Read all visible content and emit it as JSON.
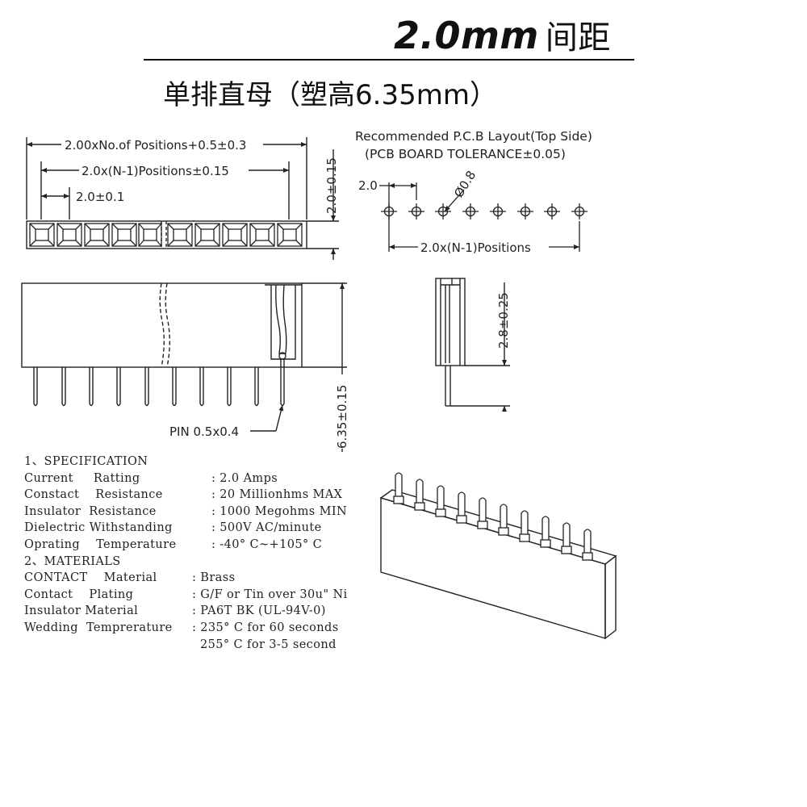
{
  "header": {
    "title": "2.0mm",
    "title_cn": "间距",
    "subtitle": "单排直母（塑高6.35mm）"
  },
  "drawing": {
    "dim_overall": "2.00xNo.of Positions+0.5±0.3",
    "dim_span": "2.0x(N-1)Positions±0.15",
    "dim_pitch": "2.0±0.1",
    "dim_width": "2.0±0.15",
    "pcb_title": "Recommended P.C.B Layout(Top Side)",
    "pcb_tolerance": "(PCB BOARD TOLERANCE±0.05)",
    "pcb_pitch": "2.0",
    "pcb_hole": "Ø0.8",
    "pcb_span": "2.0x(N-1)Positions",
    "pin_label": "PIN 0.5x0.4",
    "dim_height": "6.35±0.15",
    "dim_tail": "2.8±0.25"
  },
  "spec": {
    "heading1": "1、SPECIFICATION",
    "rows1": [
      {
        "label": "Current     Ratting",
        "value": ": 2.0 Amps"
      },
      {
        "label": "Constact    Resistance",
        "value": ": 20 Millionhms MAX"
      },
      {
        "label": "Insulator  Resistance",
        "value": ": 1000 Megohms MIN"
      },
      {
        "label": "Dielectric Withstanding",
        "value": ": 500V AC/minute"
      },
      {
        "label": "Oprating    Temperature",
        "value": ": -40° C~+105° C"
      }
    ],
    "heading2": "2、MATERIALS",
    "rows2": [
      {
        "label": "CONTACT    Material",
        "value": ": Brass"
      },
      {
        "label": "Contact    Plating",
        "value": ": G/F or Tin over 30u\" Ni"
      },
      {
        "label": "Insulator Material",
        "value": ": PA6T BK (UL-94V-0)"
      },
      {
        "label": "Wedding  Temprerature",
        "value": ": 235° C for 60 seconds"
      },
      {
        "label": "",
        "value": "  255° C for 3-5 second"
      }
    ]
  }
}
